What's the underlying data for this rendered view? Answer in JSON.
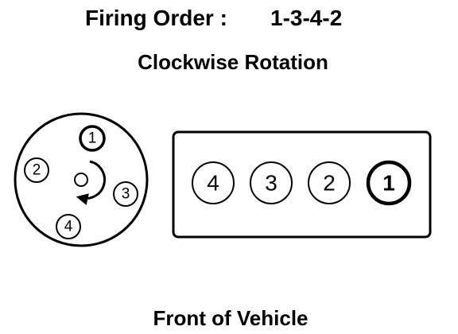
{
  "header": {
    "firing_order_label": "Firing Order :",
    "firing_order_value": "1-3-4-2",
    "rotation_label": "Clockwise Rotation"
  },
  "distributor": {
    "terminals": [
      "1",
      "2",
      "3",
      "4"
    ]
  },
  "engine_block": {
    "cylinders": [
      "4",
      "3",
      "2",
      "1"
    ],
    "emphasized_cylinder": "1"
  },
  "footer": {
    "front_label": "Front of Vehicle"
  },
  "colors": {
    "ink": "#000000",
    "background": "#ffffff"
  }
}
